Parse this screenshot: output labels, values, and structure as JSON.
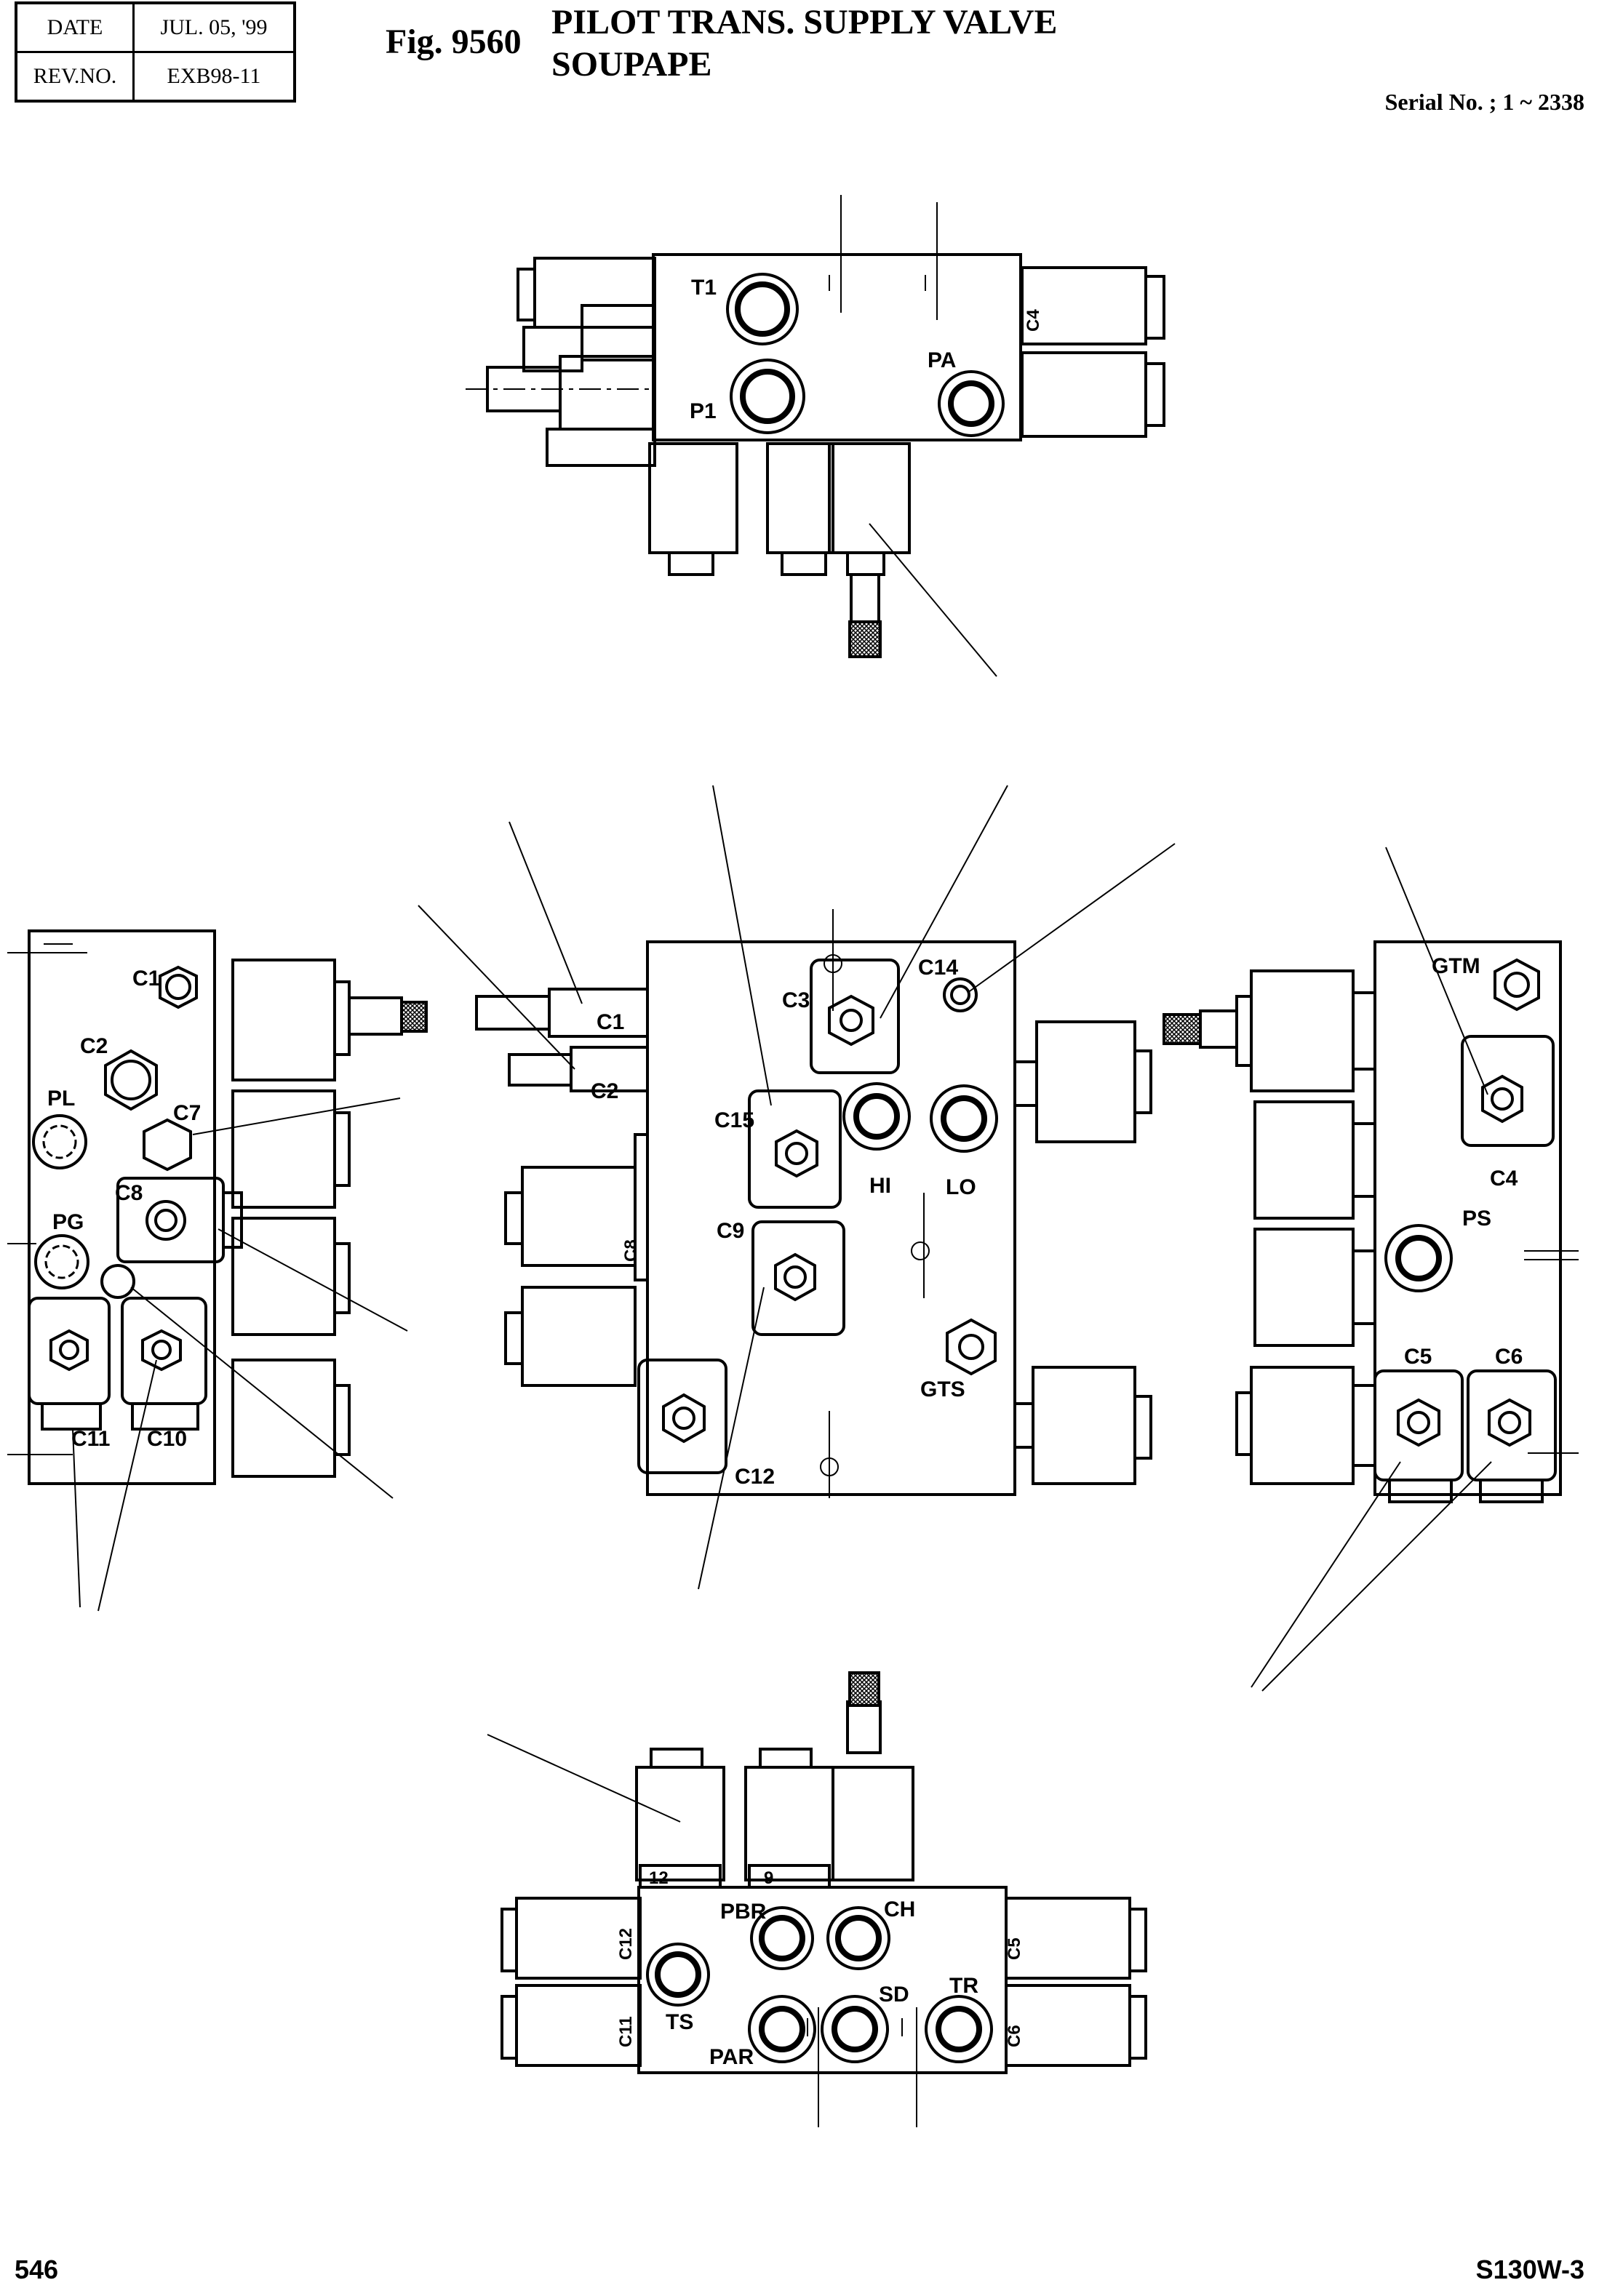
{
  "header": {
    "date_label": "DATE",
    "date_value": "JUL. 05, '99",
    "rev_label": "REV.NO.",
    "rev_value": "EXB98-11",
    "fig_no": "Fig. 9560",
    "title_line1": "PILOT TRANS. SUPPLY VALVE",
    "title_line2": "SOUPAPE",
    "serial": "Serial No. ; 1 ~ 2338"
  },
  "footer": {
    "page_number": "546",
    "model": "S130W-3"
  },
  "labels": {
    "top": {
      "t1": "T1",
      "p1": "P1",
      "pa": "PA",
      "c4": "C4"
    },
    "left": {
      "c1": "C1",
      "c2": "C2",
      "pl": "PL",
      "c7": "C7",
      "c8": "C8",
      "pg": "PG",
      "c11": "C11",
      "c10": "C10"
    },
    "center": {
      "c1": "C1",
      "c2": "C2",
      "c3": "C3",
      "c14": "C14",
      "c15": "C15",
      "hi": "HI",
      "lo": "LO",
      "c9": "C9",
      "c8": "C8",
      "gts": "GTS",
      "c12": "C12"
    },
    "right": {
      "gtm": "GTM",
      "c4": "C4",
      "ps": "PS",
      "c5": "C5",
      "c6": "C6"
    },
    "bottom": {
      "pbr": "PBR",
      "ch": "CH",
      "c12": "C12",
      "c5": "C5",
      "ts": "TS",
      "sd": "SD",
      "tr": "TR",
      "par": "PAR",
      "c11": "C11",
      "c6": "C6",
      "sol12": "12",
      "sol9": "9"
    }
  }
}
